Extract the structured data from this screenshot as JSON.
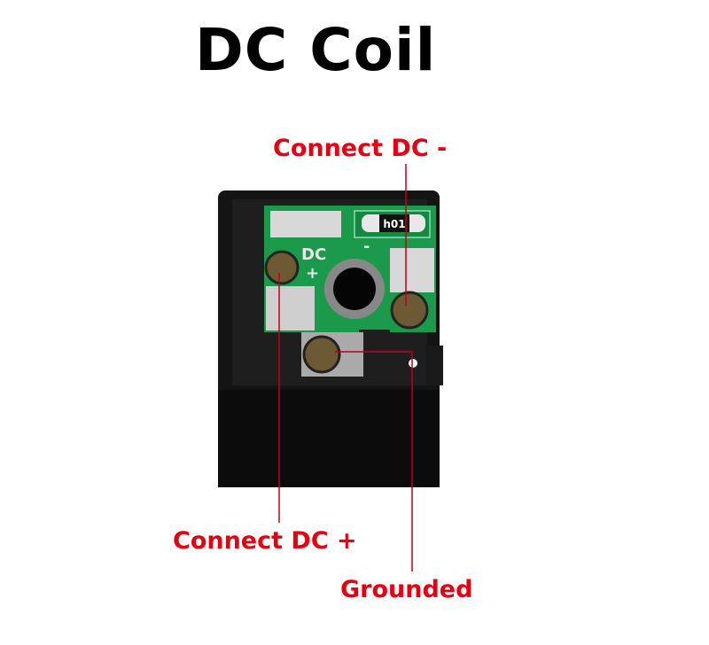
{
  "title": "DC Coil",
  "labels": {
    "dc_minus": "Connect DC -",
    "dc_plus": "Connect DC +",
    "ground": "Grounded"
  },
  "pcb": {
    "dc_mark": "DC",
    "plus_mark": "+",
    "minus_mark": "-",
    "resistor_code": "h01"
  },
  "colors": {
    "label": "#e60012",
    "pcb": "#1a9a4a",
    "body": "#111111"
  }
}
